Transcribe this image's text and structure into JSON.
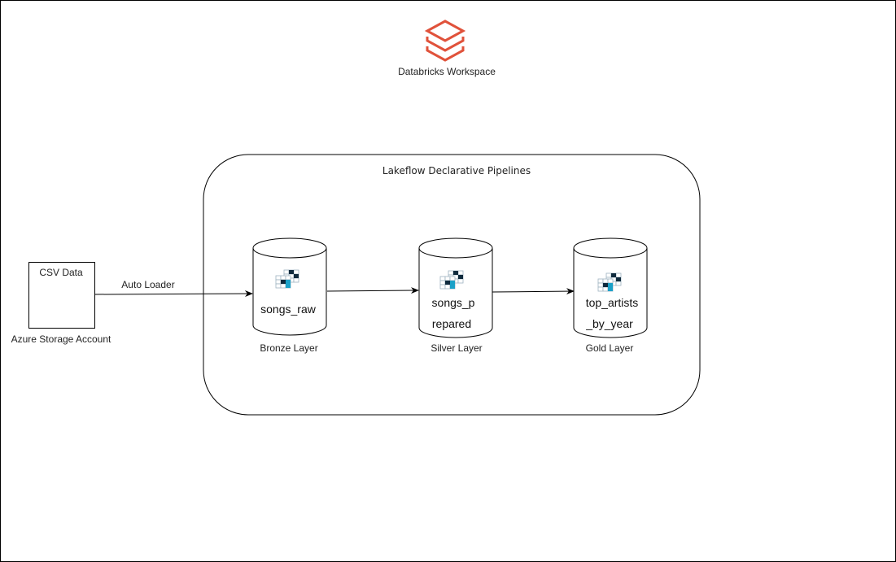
{
  "workspace": {
    "icon": "databricks-logo-icon",
    "label": "Databricks Workspace",
    "icon_color": "#E0523B"
  },
  "pipeline_group": {
    "title": "Lakeflow Declarative Pipelines"
  },
  "source": {
    "title": "CSV Data",
    "icon": "document-icon",
    "icon_color": "#3B8FD6",
    "caption": "Azure Storage Account"
  },
  "edges": [
    {
      "from": "source",
      "to": "bronze",
      "label": "Auto Loader"
    },
    {
      "from": "bronze",
      "to": "silver",
      "label": ""
    },
    {
      "from": "silver",
      "to": "gold",
      "label": ""
    }
  ],
  "tables": [
    {
      "id": "bronze",
      "icon": "table-grid-icon",
      "name_line1": "songs_raw",
      "name_line2": "",
      "caption": "Bronze Layer"
    },
    {
      "id": "silver",
      "icon": "table-grid-icon",
      "name_line1": "songs_p",
      "name_line2": "repared",
      "caption": "Silver Layer"
    },
    {
      "id": "gold",
      "icon": "table-grid-icon",
      "name_line1": "top_artists",
      "name_line2": "_by_year",
      "caption": "Gold Layer"
    }
  ],
  "colors": {
    "grid_dark": "#0F2A3D",
    "grid_accent": "#1BA1C8",
    "grid_line": "#9FB3C0"
  }
}
